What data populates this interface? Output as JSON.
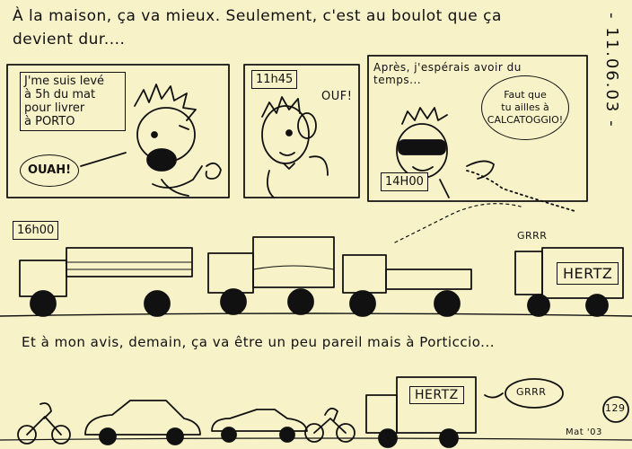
{
  "header": {
    "line1": "À la maison, ça va mieux. Seulement, c'est au boulot que ça",
    "line2": "devient dur...."
  },
  "date": "- 11.06.03 -",
  "panel1": {
    "caption": "J'me suis levé\nà 5h du mat\npour livrer\nà PORTO",
    "shout": "OUAH!"
  },
  "panel2": {
    "time": "11h45",
    "exclaim": "OUF!"
  },
  "panel3": {
    "caption": "Après, j'espérais avoir du\ntemps...",
    "bubble": "Faut que\ntu ailles à\nCALCATOGGIO!",
    "time": "14H00"
  },
  "traffic": {
    "time": "16h00",
    "growl": "GRRR",
    "truck_logo": "HERTZ"
  },
  "bottom": {
    "line": "Et à mon avis, demain, ça va être un peu pareil mais à Porticcio...",
    "van_logo": "HERTZ",
    "growl": "GRRR",
    "page_number": "129",
    "signature": "Mat '03"
  }
}
